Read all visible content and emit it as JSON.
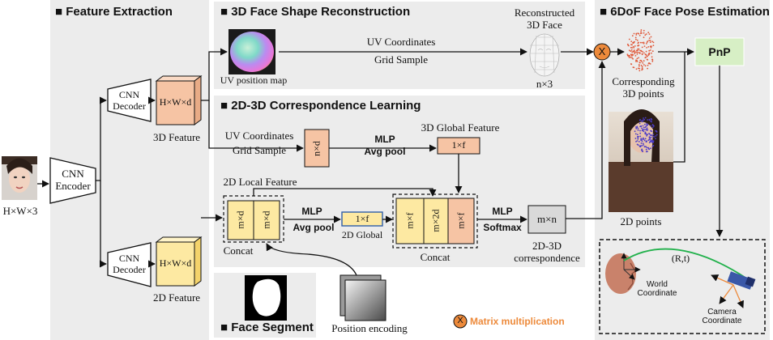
{
  "sections": {
    "feature_extraction": "■ Feature Extraction",
    "shape_recon": "■ 3D Face Shape Reconstruction",
    "correspondence": "■ 2D-3D Correspondence Learning",
    "pose": "■ 6DoF Face Pose Estimation",
    "segment": "■ Face Segment"
  },
  "labels": {
    "input_size": "H×W×3",
    "cnn_encoder": [
      "CNN",
      "Encoder"
    ],
    "cnn_decoder": [
      "CNN",
      "Decoder"
    ],
    "feat3d_box": "H×W×d",
    "feat3d_caption": "3D Feature",
    "feat2d_box": "H×W×d",
    "feat2d_caption": "2D Feature",
    "uv_map": "UV position map",
    "uv_coords": "UV Coordinates",
    "grid_sample": "Grid Sample",
    "recon_face": [
      "Reconstructed",
      "3D Face"
    ],
    "n3": "n×3",
    "corr_points": [
      "Corresponding",
      "3D points"
    ],
    "pnp": "PnP",
    "nxd": "n×d",
    "mlp": "MLP",
    "avg_pool": "Avg pool",
    "global3d": "3D Global Feature",
    "one_f": "1×f",
    "local2d": "2D Local Feature",
    "mxd": "m×d",
    "concat": "Concat",
    "global2d": "2D Global",
    "mxf": "m×f",
    "mx2d": "m×2d",
    "softmax": "Softmax",
    "mxn": "m×n",
    "corr_caption": [
      "2D-3D",
      "correspondence"
    ],
    "points2d": "2D points",
    "pos_enc": "Position encoding",
    "matmul_legend": "Matrix multiplication",
    "matmul_symbol": "X",
    "rt": "(R,t)",
    "world": [
      "World",
      "Coordinate"
    ],
    "camera": [
      "Camera",
      "Coordinate"
    ]
  },
  "colors": {
    "panel": "#ececec",
    "feature_fill": "#f6c4a4",
    "feature2d_fill": "#fde9a2",
    "pnp_fill": "#d7efc5",
    "matmul": "#ed8a3b",
    "global2d_border": "#2f5da8",
    "softmax_fill": "#d9d9d9"
  }
}
